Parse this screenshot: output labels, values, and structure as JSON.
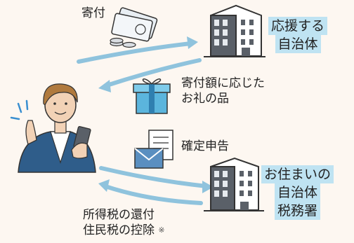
{
  "flow": {
    "donation_label": "寄付",
    "gift_label_line1": "寄付額に応じた",
    "gift_label_line2": "お礼の品",
    "tax_return_label": "確定申告",
    "refund_label_line1": "所得税の還付",
    "refund_label_line2": "住民税の控除",
    "refund_note_mark": "※"
  },
  "entities": {
    "supported_municipality": [
      "応援する",
      "自治体"
    ],
    "home_municipality": [
      "お住まいの",
      "自治体",
      "税務署"
    ]
  },
  "colors": {
    "arrow": "#8fc3dd",
    "highlight": "#bfe3f2",
    "building": "#5a6068",
    "person_jacket": "#2f5d8a",
    "gift_box": "#5bb5dd",
    "envelope": "#5a8fc0",
    "background": "#fdf7f1"
  }
}
